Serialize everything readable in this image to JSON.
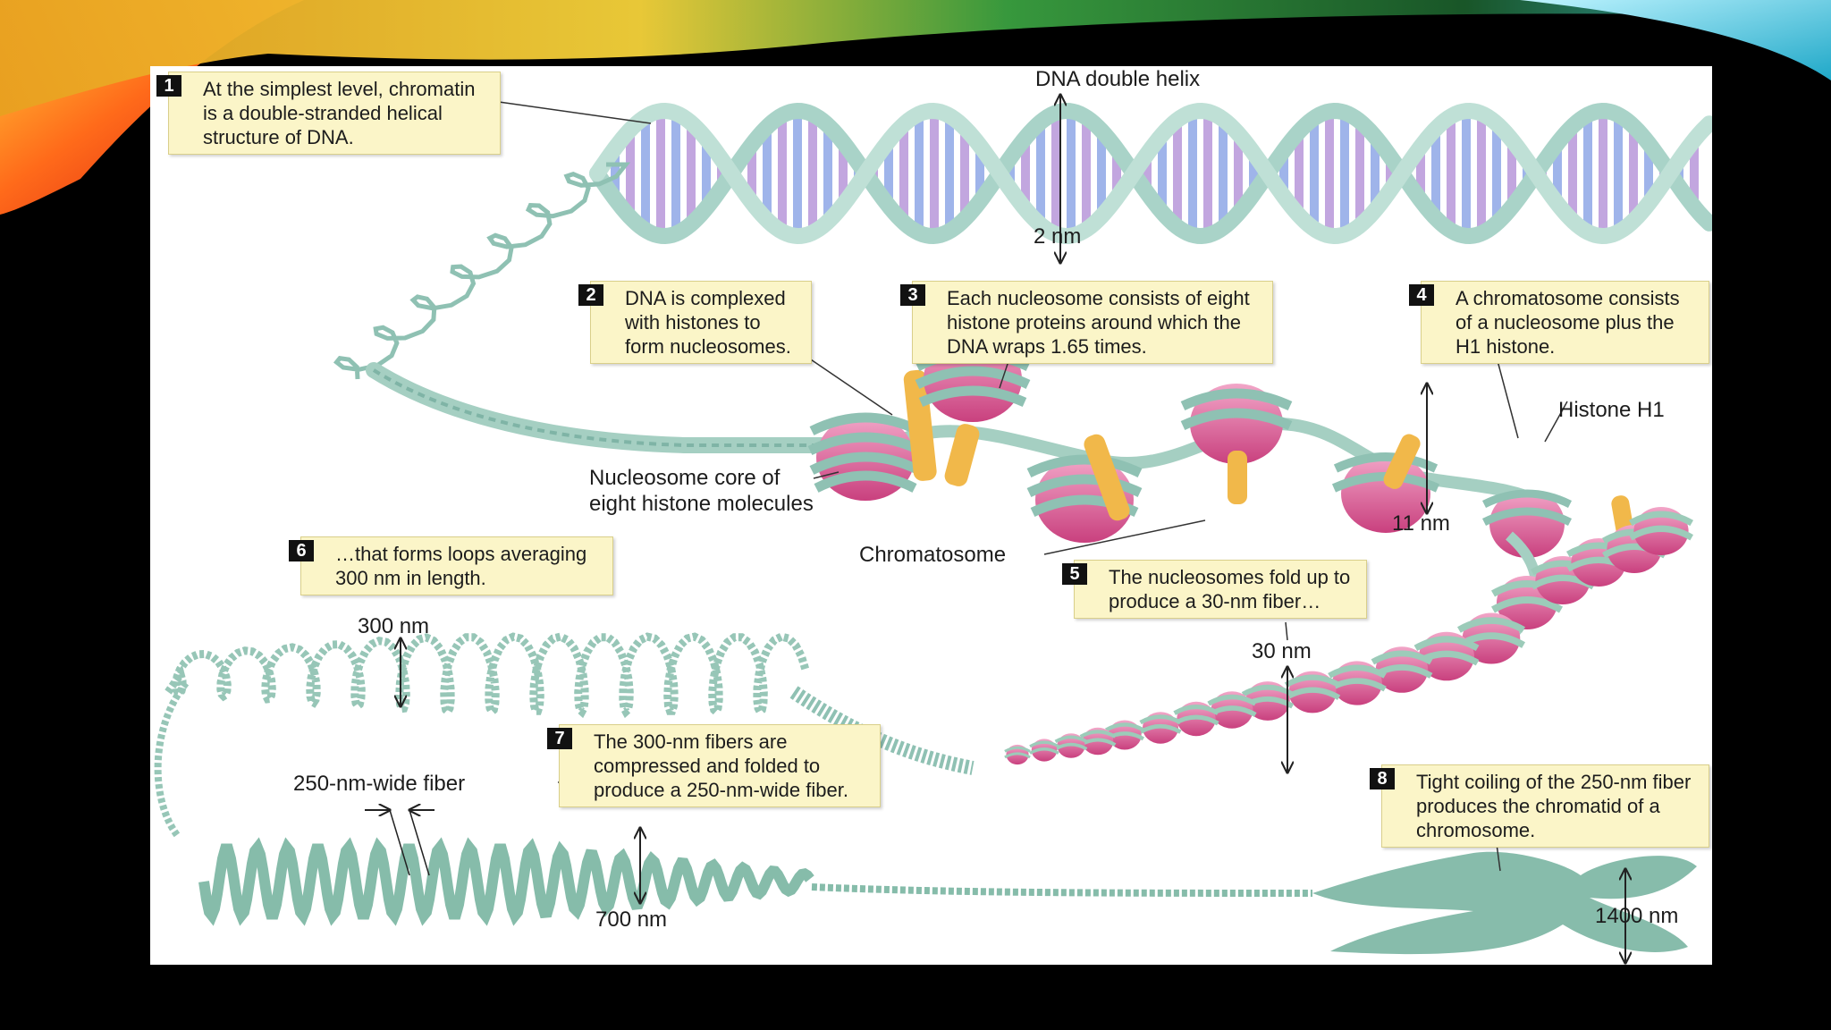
{
  "callouts": [
    {
      "number": "1",
      "text": "At the simplest level, chromatin is a double-stranded helical structure of DNA."
    },
    {
      "number": "2",
      "text": "DNA is complexed with histones to form nucleosomes."
    },
    {
      "number": "3",
      "text": "Each nucleosome consists of eight histone proteins around which the DNA wraps 1.65 times."
    },
    {
      "number": "4",
      "text": "A chromatosome consists of a nucleosome plus the H1 histone."
    },
    {
      "number": "5",
      "text": "The nucleosomes fold up to produce a 30-nm fiber…"
    },
    {
      "number": "6",
      "text": "…that forms loops averaging 300 nm in length."
    },
    {
      "number": "7",
      "text": "The 300-nm fibers are compressed and folded to produce a 250-nm-wide fiber."
    },
    {
      "number": "8",
      "text": "Tight coiling of the 250-nm fiber produces the chromatid of a chromosome."
    }
  ],
  "labels": {
    "dna_double_helix": "DNA double helix",
    "helix_width": "2 nm",
    "nucleosome_core_line1": "Nucleosome core of",
    "nucleosome_core_line2": "eight histone molecules",
    "chromatosome": "Chromatosome",
    "histone_h1": "Histone H1",
    "nucleosome_width": "11 nm",
    "fiber_30": "30 nm",
    "loop_300": "300 nm",
    "fiber_250": "250-nm-wide fiber",
    "fiber_700": "700 nm",
    "chromatid_1400": "1400 nm"
  },
  "colors": {
    "dna_backbone": "#a9d3c8",
    "base_blue": "#9fb4ea",
    "base_purple": "#c2a6df",
    "histone_pink": "#d9649a",
    "histone_h1_orange": "#f1b84a",
    "fiber_green": "#9ccbb9",
    "callout_fill": "#fbf5c8"
  }
}
